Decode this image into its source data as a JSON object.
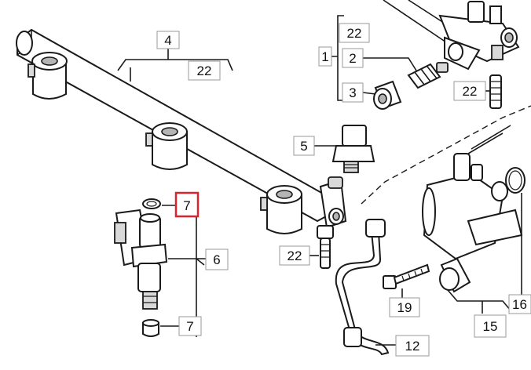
{
  "callouts": [
    {
      "id": "c4",
      "text": "4"
    },
    {
      "id": "c22a",
      "text": "22"
    },
    {
      "id": "c22b",
      "text": "22"
    },
    {
      "id": "c1",
      "text": "1"
    },
    {
      "id": "c2",
      "text": "2"
    },
    {
      "id": "c3",
      "text": "3"
    },
    {
      "id": "c22c",
      "text": "22"
    },
    {
      "id": "c5",
      "text": "5"
    },
    {
      "id": "c7a",
      "text": "7",
      "highlighted": true
    },
    {
      "id": "c6",
      "text": "6"
    },
    {
      "id": "c7b",
      "text": "7"
    },
    {
      "id": "c22d",
      "text": "22"
    },
    {
      "id": "c19",
      "text": "19"
    },
    {
      "id": "c16",
      "text": "16"
    },
    {
      "id": "c15",
      "text": "15"
    },
    {
      "id": "c12",
      "text": "12"
    }
  ],
  "highlight_color": "#d9232e"
}
